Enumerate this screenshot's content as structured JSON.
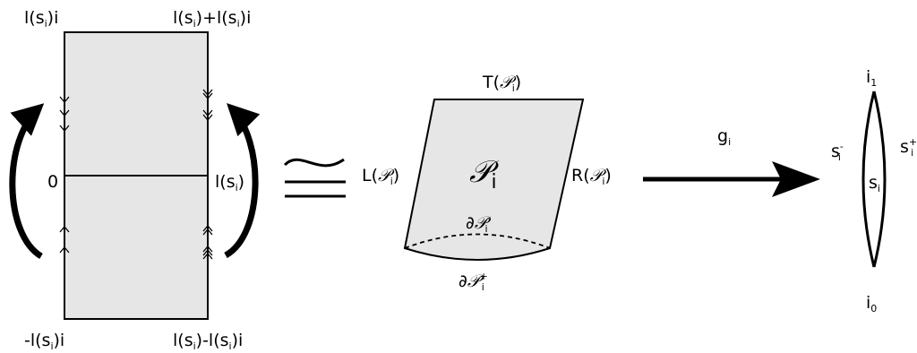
{
  "rectangle": {
    "corner_top_left": "l(s_i)i",
    "corner_top_right": "l(s_i)+l(s_i)i",
    "corner_bottom_left": "-l(s_i)i",
    "corner_bottom_right": "l(s_i)-l(s_i)i",
    "mid_left": "0",
    "mid_right": "l(s_i)"
  },
  "congruence_symbol": "≅",
  "polygon": {
    "name": "P_i",
    "top": "T(P_i)",
    "left": "L(P_i)",
    "right": "R(P_i)",
    "bottom_inner": "∂P_i^-",
    "bottom_outer": "∂P_i^+"
  },
  "map": {
    "label": "g_i"
  },
  "segment": {
    "top": "i_1",
    "bottom": "i_0",
    "left": "s_i^-",
    "right": "s_i^+",
    "center": "s_i"
  },
  "colors": {
    "fill": "#e6e6e6",
    "stroke": "#000000"
  }
}
